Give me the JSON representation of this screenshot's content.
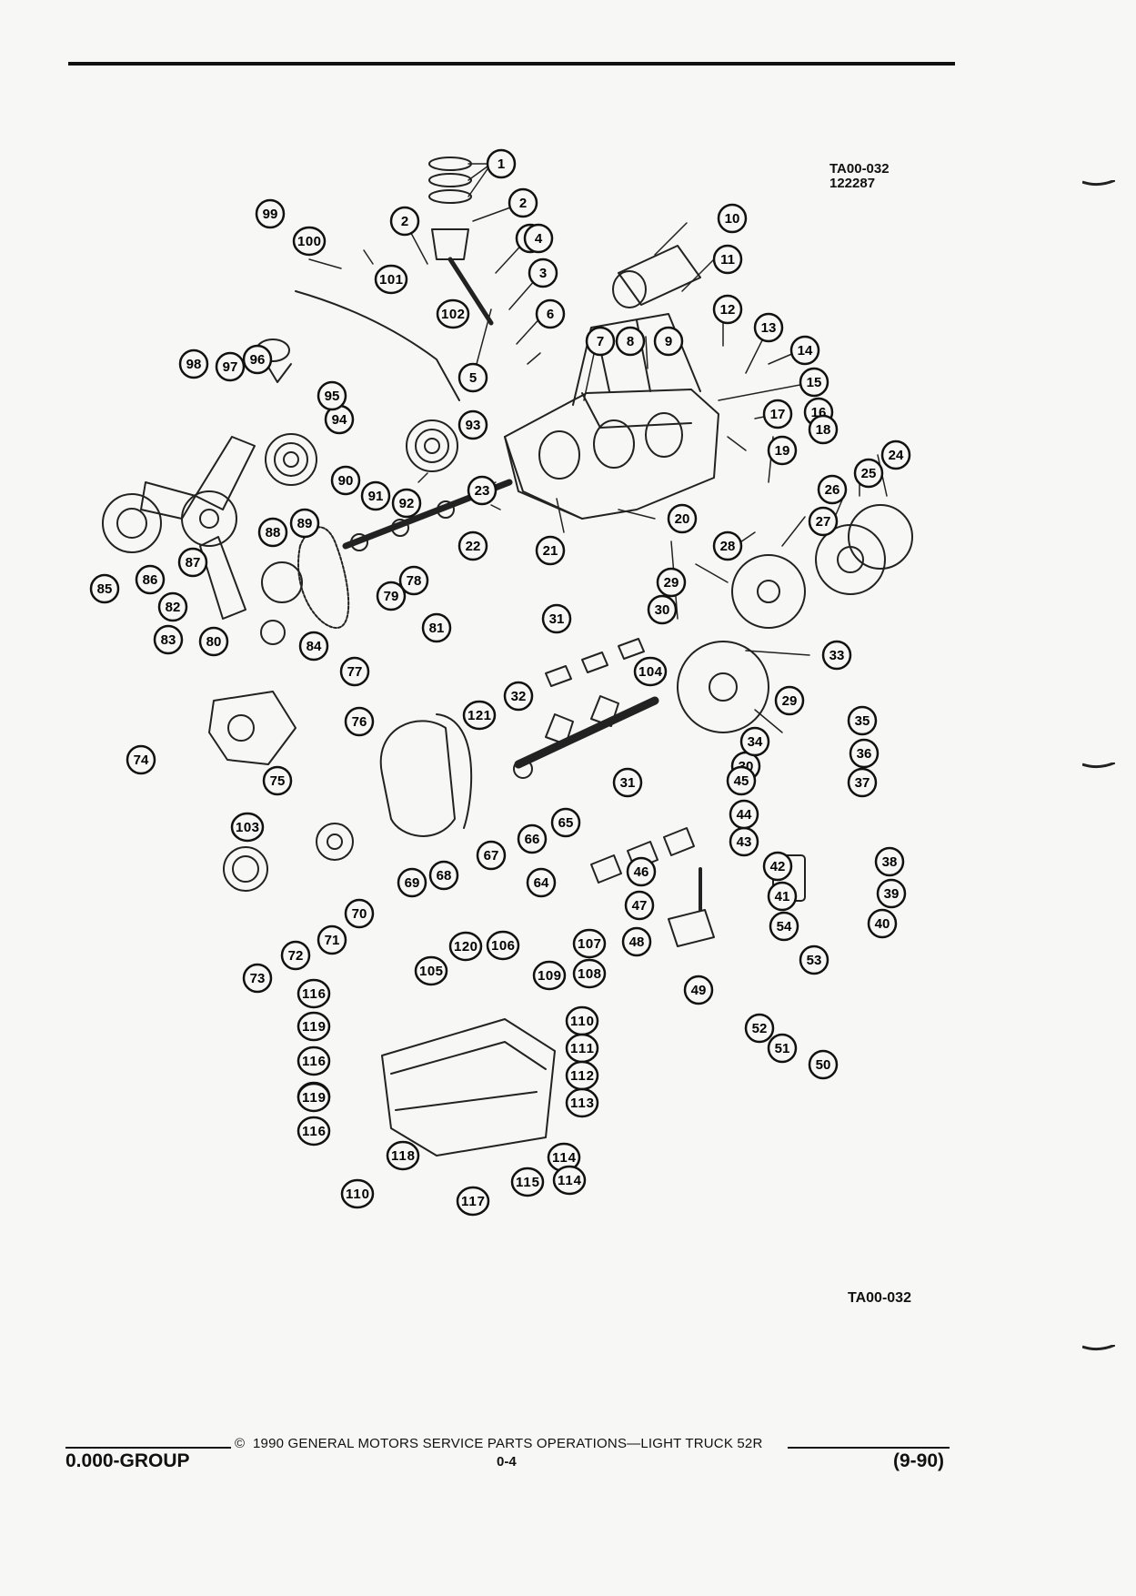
{
  "figure": {
    "id_top": "TA00-032",
    "date_code": "122287",
    "id_bottom": "TA00-032"
  },
  "footer": {
    "copyright_symbol": "©",
    "copyright_text": "1990 GENERAL MOTORS SERVICE PARTS OPERATIONS—LIGHT TRUCK 52R",
    "group": "0.000-GROUP",
    "page_number": "0-4",
    "revision": "(9-90)"
  },
  "callouts": [
    "1",
    "2",
    "2",
    "3",
    "3",
    "4",
    "5",
    "6",
    "7",
    "8",
    "9",
    "10",
    "11",
    "12",
    "13",
    "14",
    "15",
    "16",
    "17",
    "18",
    "19",
    "20",
    "21",
    "22",
    "23",
    "24",
    "25",
    "26",
    "27",
    "28",
    "29",
    "29",
    "30",
    "30",
    "31",
    "31",
    "32",
    "33",
    "34",
    "35",
    "36",
    "37",
    "38",
    "39",
    "40",
    "41",
    "42",
    "43",
    "44",
    "45",
    "46",
    "47",
    "48",
    "49",
    "50",
    "51",
    "52",
    "53",
    "54",
    "64",
    "65",
    "66",
    "67",
    "68",
    "69",
    "70",
    "71",
    "72",
    "73",
    "74",
    "75",
    "76",
    "77",
    "78",
    "79",
    "80",
    "81",
    "82",
    "83",
    "84",
    "85",
    "86",
    "87",
    "88",
    "89",
    "90",
    "91",
    "92",
    "93",
    "94",
    "95",
    "96",
    "97",
    "98",
    "99",
    "100",
    "101",
    "102",
    "103",
    "104",
    "105",
    "106",
    "107",
    "108",
    "109",
    "110",
    "110",
    "111",
    "112",
    "113",
    "114",
    "114",
    "115",
    "116",
    "116",
    "116",
    "116",
    "117",
    "118",
    "119",
    "119",
    "120",
    "121"
  ]
}
